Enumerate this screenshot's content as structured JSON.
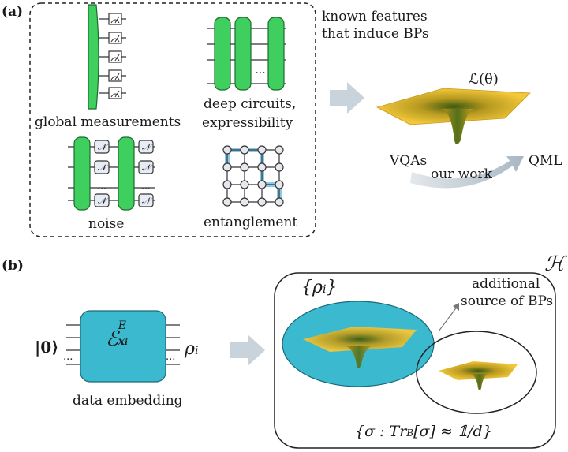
{
  "panel_a": {
    "tag": "(a)",
    "side_note_line1": "known features",
    "side_note_line2": "that induce BPs",
    "features": [
      {
        "label": "global measurements"
      },
      {
        "label_line1": "deep circuits,",
        "label_line2": "expressibility"
      },
      {
        "label": "noise"
      },
      {
        "label": "entanglement"
      }
    ],
    "loss_label": "ℒ(θ)",
    "vqa_label": "VQAs",
    "qml_label": "QML",
    "arrow_label": "our work",
    "ellipsis": "...",
    "noise_symbol": "𝒩"
  },
  "panel_b": {
    "tag": "(b)",
    "input_state": "|0⟩",
    "channel_symbol": "ℰ",
    "channel_sup": "E",
    "channel_sub": "x",
    "channel_subsub": "i",
    "output_state": "ρ",
    "output_sub": "i",
    "embedding_label": "data embedding",
    "hilbert_label": "ℋ",
    "set_label": "{ρ",
    "set_sub": "i",
    "set_close": "}",
    "additional_line1": "additional",
    "additional_line2": "source of BPs",
    "sigma_label": "{σ : Tr",
    "sigma_sub": "B",
    "sigma_rest": "[σ] ≈ 𝟙/d}"
  },
  "colors": {
    "green": "#3fcf5f",
    "teal": "#3ab9cf",
    "arrow_gray": "#c9d3dc",
    "surface_yellow": "#e8b72a",
    "surface_dark": "#5a7a1a"
  }
}
